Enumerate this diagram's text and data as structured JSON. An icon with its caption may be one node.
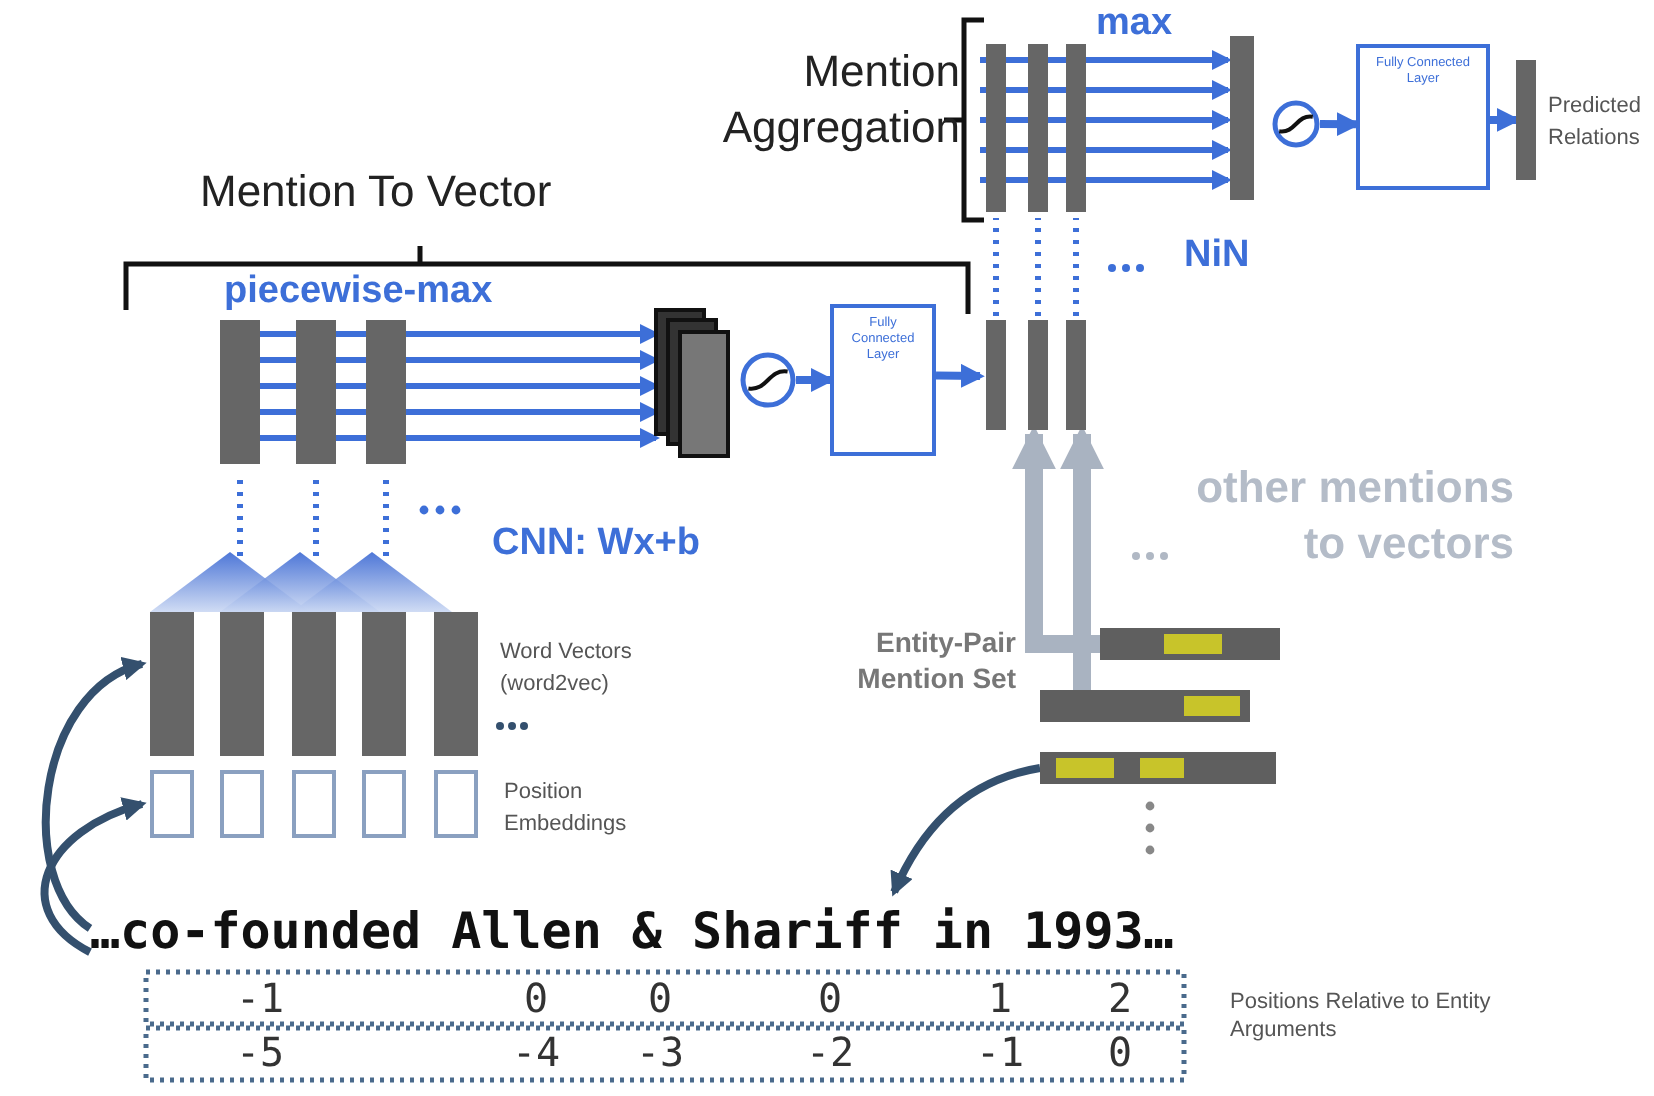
{
  "diagram": {
    "nodes": [
      {
        "text": [],
        "shape": "circle"
      },
      {
        "text": [
          "Fully Connected Layer"
        ]
      },
      {
        "text": [],
        "shape": "bar",
        "beside": [
          "Predicted Relations"
        ]
      },
      {
        "text": [],
        "shape": "circle"
      },
      {
        "text": [
          "Fully Connected Layer"
        ]
      },
      {
        "text": [],
        "shape": "bar"
      },
      {
        "text": [],
        "shape": "bar",
        "beside": [
          "Word Vectors (word2vec)"
        ]
      },
      {
        "text": [],
        "shape": "bar"
      },
      {
        "text": [],
        "shape": "bar"
      },
      {
        "text": [],
        "shape": "box",
        "beside": [
          "Position Embeddings"
        ]
      },
      {
        "text": [],
        "shape": "bar"
      },
      {
        "text": [
          "…co-founded Allen & Shariff in 1993…"
        ]
      },
      {
        "text": [],
        "shape": "bar"
      },
      {
        "text": [],
        "shape": "bar"
      },
      {
        "text": [],
        "shape": "bar"
      },
      {
        "text": [],
        "shape": "box"
      }
    ],
    "edges": [
      {
        "from": 0,
        "to": 1,
        "arrow": "to",
        "color": "#3d6fd8"
      },
      {
        "from": 1,
        "to": 2,
        "arrow": "to",
        "color": "#3d6fd8"
      },
      {
        "from": 3,
        "to": 4,
        "arrow": "to",
        "color": "#3d6fd8"
      },
      {
        "from": 4,
        "to": 5,
        "arrow": "to",
        "color": "#3d6fd8"
      },
      {
        "from": 7,
        "to": 5,
        "arrow": "to",
        "style": "thick",
        "color": "#a9b3c1"
      },
      {
        "from": 8,
        "to": 5,
        "arrow": "to",
        "style": "thick",
        "color": "#a9b3c1"
      },
      {
        "from": 10,
        "to": 11,
        "arrow": "to",
        "color": "#34506e"
      },
      {
        "from": 11,
        "to": 6,
        "arrow": "to",
        "color": "#34506e"
      },
      {
        "from": 11,
        "to": 9,
        "arrow": "to",
        "color": "#34506e"
      },
      {
        "from": 5,
        "to": 12,
        "arrow": "none",
        "style": "dashed",
        "color": "#3d6fd8"
      },
      {
        "from": 5,
        "to": 12,
        "arrow": "none",
        "style": "dashed",
        "color": "#3d6fd8"
      },
      {
        "from": 5,
        "to": 12,
        "arrow": "none",
        "style": "dashed",
        "color": "#3d6fd8"
      },
      {
        "from": 12,
        "to": 13,
        "arrow": "to",
        "color": "#3d6fd8"
      },
      {
        "from": 12,
        "to": 13,
        "arrow": "to",
        "color": "#3d6fd8"
      },
      {
        "from": 12,
        "to": 13,
        "arrow": "to",
        "color": "#3d6fd8"
      },
      {
        "from": 12,
        "to": 13,
        "arrow": "to",
        "color": "#3d6fd8"
      },
      {
        "from": 12,
        "to": 13,
        "arrow": "to",
        "color": "#3d6fd8"
      },
      {
        "from": 14,
        "to": 15,
        "arrow": "to",
        "color": "#3d6fd8"
      },
      {
        "from": 14,
        "to": 15,
        "arrow": "to",
        "color": "#3d6fd8"
      },
      {
        "from": 14,
        "to": 15,
        "arrow": "to",
        "color": "#3d6fd8"
      },
      {
        "from": 14,
        "to": 15,
        "arrow": "to",
        "color": "#3d6fd8"
      },
      {
        "from": 14,
        "to": 15,
        "arrow": "to",
        "color": "#3d6fd8"
      }
    ],
    "labels": [
      "Mention Aggregation",
      "max",
      "NiN",
      "Mention To Vector",
      "piecewise-max",
      "CNN: Wx+b",
      "other mentions to vectors",
      "Entity-Pair Mention Set",
      "-1",
      "0",
      "0",
      "0",
      "1",
      "2",
      "-5",
      "-4",
      "-3",
      "-2",
      "-1",
      "0",
      "Positions Relative to Entity Arguments"
    ]
  }
}
